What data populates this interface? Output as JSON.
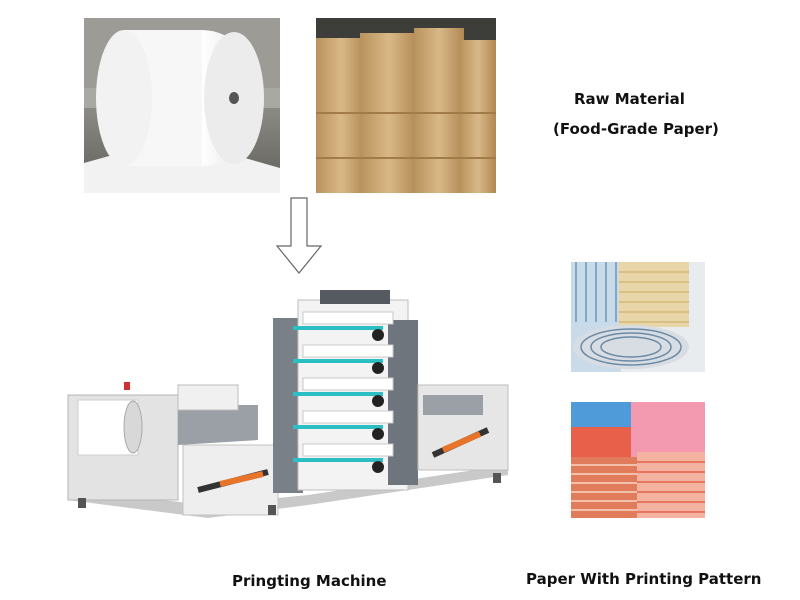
{
  "raw_material": {
    "title": "Raw Material",
    "subtitle": "(Food-Grade Paper)"
  },
  "machine": {
    "caption": "Pringting Machine"
  },
  "product": {
    "caption": "Paper With Printing Pattern"
  },
  "icons": {
    "flow_arrow": "down-arrow-icon"
  },
  "colors": {
    "machine_orange": "#e8742a",
    "machine_cyan": "#2bbfc4",
    "kraft": "#caa36f"
  }
}
